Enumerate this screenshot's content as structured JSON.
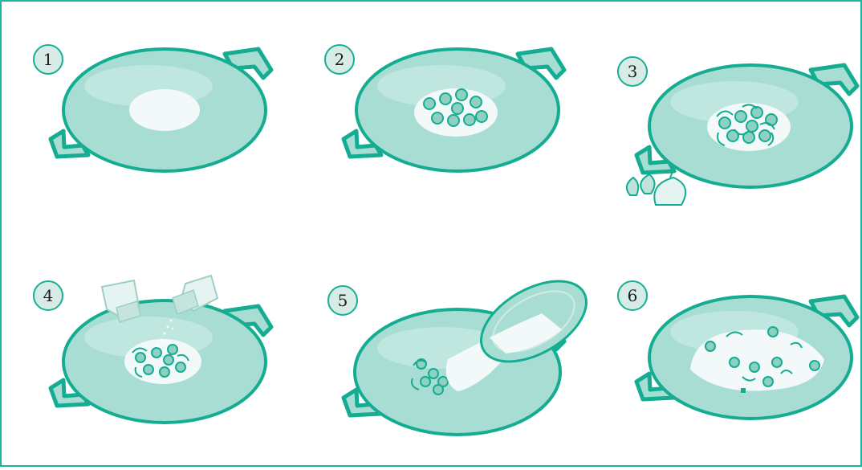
{
  "steps": [
    {
      "number": "1",
      "description": "plain-pan-icon"
    },
    {
      "number": "2",
      "description": "pan-with-scallops-icon"
    },
    {
      "number": "3",
      "description": "pan-with-scallops-and-onion-icon"
    },
    {
      "number": "4",
      "description": "pan-with-seasoning-shakers-icon"
    },
    {
      "number": "5",
      "description": "pan-with-rice-poured-from-plate-icon"
    },
    {
      "number": "6",
      "description": "pan-with-finished-paella-icon"
    }
  ],
  "colors": {
    "border": "#1fb59c",
    "pan_fill": "#a8ddd3",
    "pan_edge": "#15ad92",
    "badge_fill": "#d7ece7"
  }
}
